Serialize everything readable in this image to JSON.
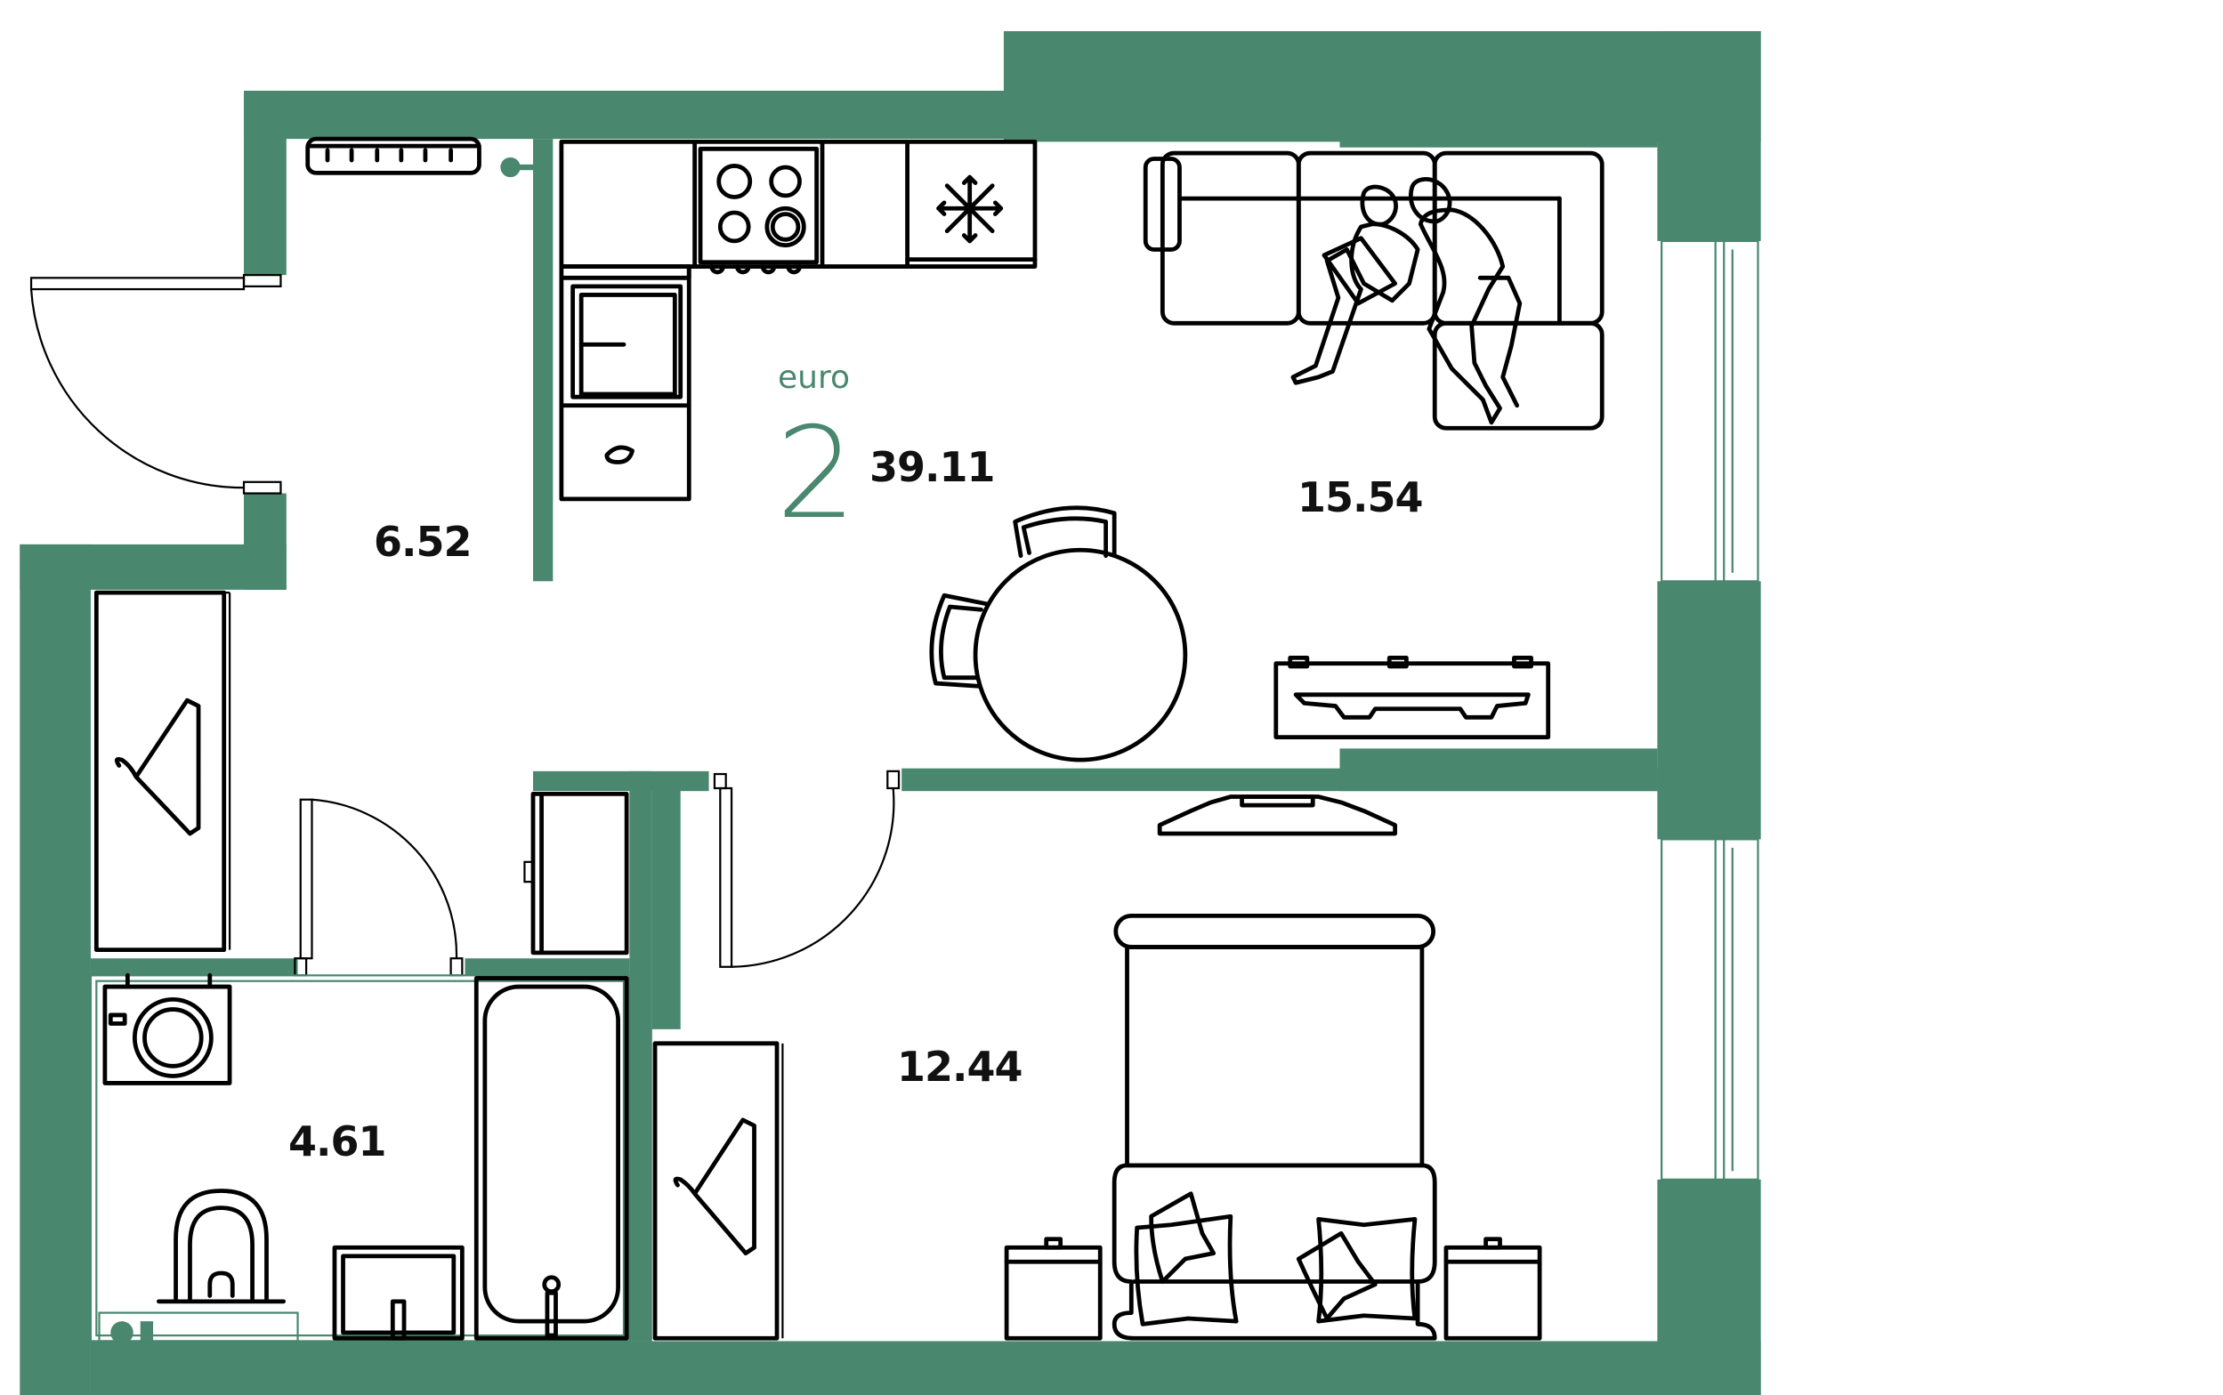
{
  "plan": {
    "type_label": "euro",
    "rooms_count": "2",
    "total_area": "39.11",
    "colors": {
      "wall": "#49876f",
      "line": "#000000",
      "background": "#ffffff"
    }
  },
  "rooms": [
    {
      "name": "hallway",
      "area": "6.52"
    },
    {
      "name": "kitchen-living",
      "area": "15.54"
    },
    {
      "name": "bedroom",
      "area": "12.44"
    },
    {
      "name": "bathroom",
      "area": "4.61"
    }
  ],
  "furniture": [
    "radiator-icon",
    "stove-icon",
    "fridge-snowflake-icon",
    "sink-icon",
    "dishwasher-icon",
    "sofa-icon",
    "people-icon",
    "dining-table-icon",
    "chair-icon",
    "tv-stand-icon",
    "wardrobe-icon",
    "hanger-icon",
    "washing-machine-icon",
    "toilet-icon",
    "washbasin-icon",
    "bathtub-icon",
    "bed-icon",
    "pillow-icon",
    "nightstand-icon",
    "door-icon",
    "window-icon"
  ]
}
